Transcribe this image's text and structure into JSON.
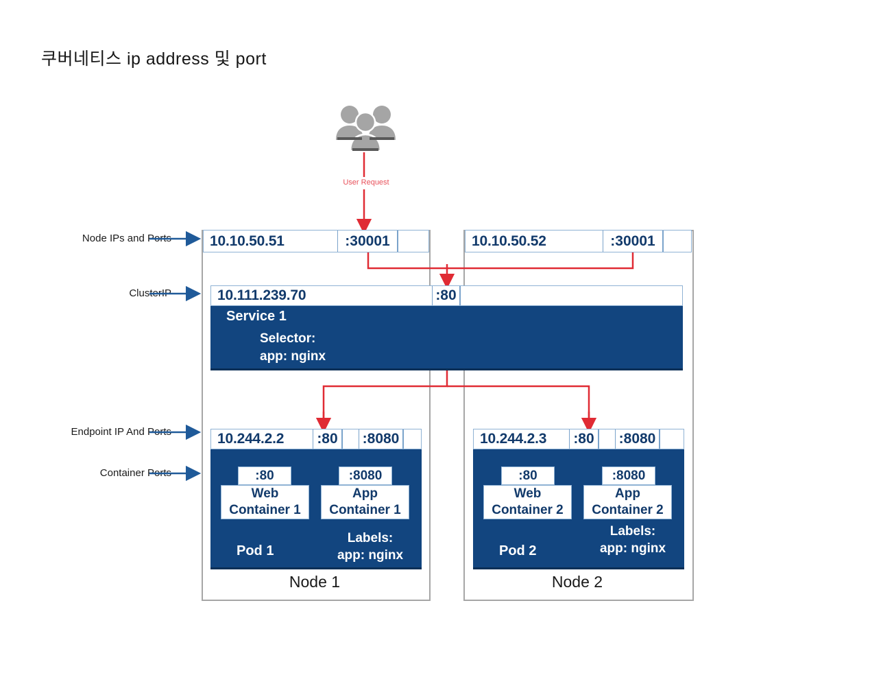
{
  "title": "쿠버네티스 ip address 및 port",
  "user": {
    "icon": "users-group-icon",
    "request_label": "User Request"
  },
  "annotations": {
    "node_ips": "Node IPs and Ports",
    "cluster_ip": "ClusterIP",
    "endpoint": "Endpoint IP And Ports",
    "container_ports": "Container Ports"
  },
  "colors": {
    "navy": "#12457f",
    "border_blue": "#8fb2d4",
    "text_navy": "#123a6b",
    "red": "#e02b34",
    "arrow_blue": "#1f5a99",
    "gray_frame": "#a6a6a6",
    "user_gray": "#a5a5a5"
  },
  "nodes": [
    {
      "caption": "Node 1",
      "ip": "10.10.50.51",
      "port": ":30001"
    },
    {
      "caption": "Node 2",
      "ip": "10.10.50.52",
      "port": ":30001"
    }
  ],
  "service": {
    "cluster_ip": "10.111.239.70",
    "port": ":80",
    "name": "Service 1",
    "selector_title": "Selector:",
    "selector_value": "app: nginx"
  },
  "pods": [
    {
      "name": "Pod 1",
      "endpoint_ip": "10.244.2.2",
      "endpoint_port_web": ":80",
      "endpoint_port_app": ":8080",
      "container_port_web": ":80",
      "container_port_app": ":8080",
      "container_web_line1": "Web",
      "container_web_line2": "Container 1",
      "container_app_line1": "App",
      "container_app_line2": "Container 1",
      "labels_title": "Labels:",
      "labels_value": "app: nginx"
    },
    {
      "name": "Pod 2",
      "endpoint_ip": "10.244.2.3",
      "endpoint_port_web": ":80",
      "endpoint_port_app": ":8080",
      "container_port_web": ":80",
      "container_port_app": ":8080",
      "container_web_line1": "Web",
      "container_web_line2": "Container 2",
      "container_app_line1": "App",
      "container_app_line2": "Container 2",
      "labels_title": "Labels:",
      "labels_value": "app: nginx"
    }
  ]
}
